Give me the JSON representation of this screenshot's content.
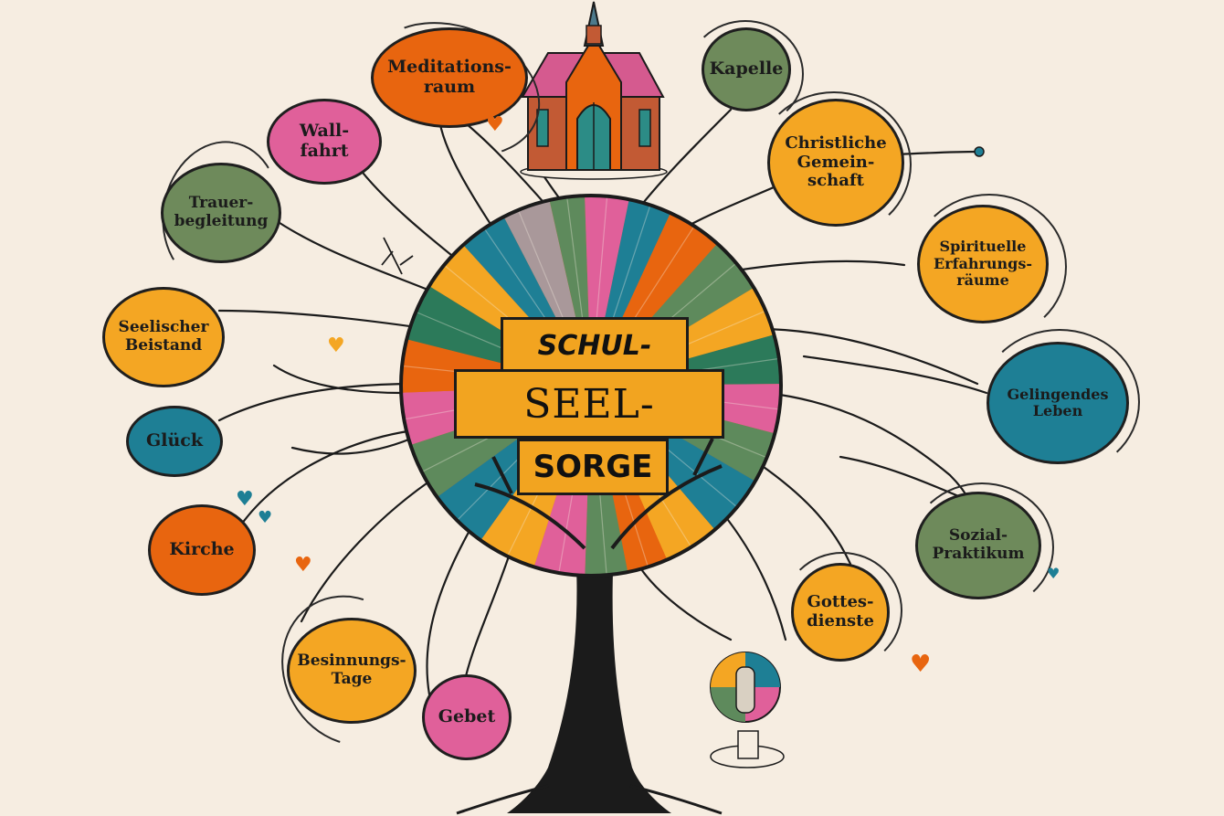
{
  "title": {
    "line1": "SCHUL-",
    "line2": "SEEL-",
    "line3": "SORGE"
  },
  "colors": {
    "background": "#f6ede1",
    "orange": "#e8650f",
    "yellow": "#f4a623",
    "green": "#6e8a5b",
    "pink": "#e0609a",
    "teal": "#1e7f95",
    "trunk": "#1b1b1b"
  },
  "nodes": {
    "meditationsraum": "Meditations-\nraum",
    "kapelle": "Kapelle",
    "wallfahrt": "Wall-\nfahrt",
    "christliche_gemeinschaft": "Christliche\nGemein-\nschaft",
    "trauerbegleitung": "Trauer-\nbegleitung",
    "spirituelle_erfahrungsraeume": "Spirituelle\nErfahrungs-\nräume",
    "seelischer_beistand": "Seelischer\nBeistand",
    "gelingendes_leben": "Gelingendes\nLeben",
    "glueck": "Glück",
    "sozial_praktikum": "Sozial-\nPraktikum",
    "kirche": "Kirche",
    "gottesdienste": "Gottes-\ndienste",
    "besinnungstage": "Besinnungs-\nTage",
    "gebet": "Gebet"
  },
  "icons": [
    "church-icon",
    "candle-lantern-icon",
    "heart-icon"
  ]
}
